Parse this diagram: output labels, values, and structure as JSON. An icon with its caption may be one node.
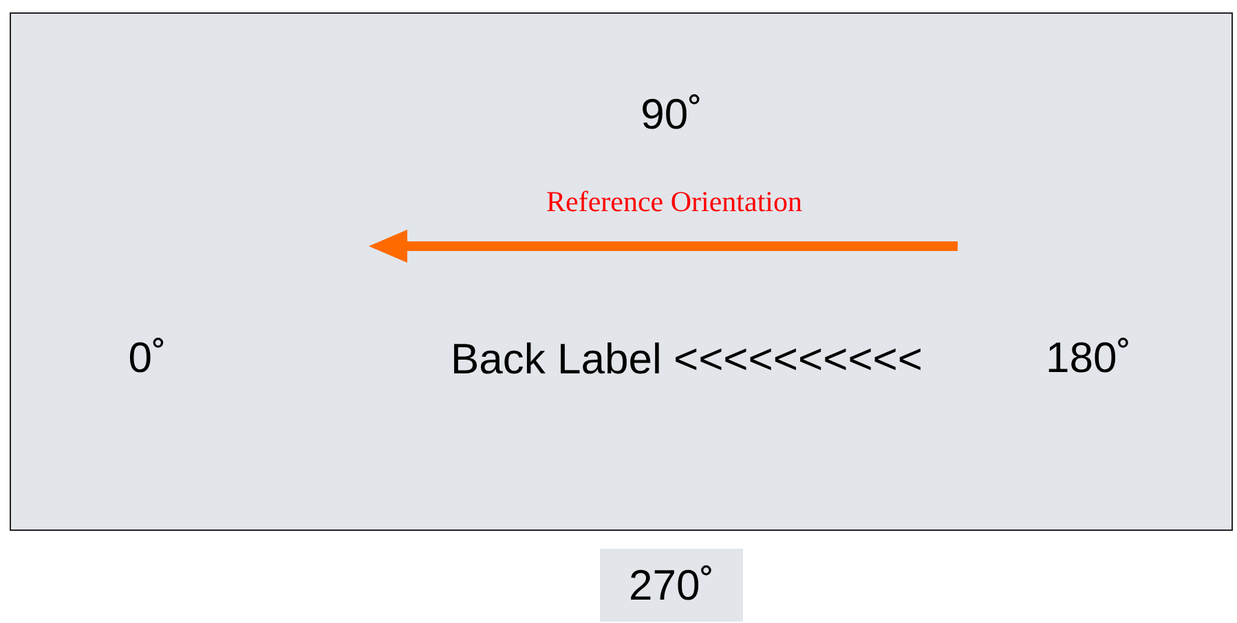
{
  "diagram": {
    "nodes": [
      {
        "text": [
          "90˚",
          "Reference Orientation",
          "0˚",
          "Back Label <<<<<<<<<<",
          "180˚"
        ]
      },
      {
        "text": [
          "270˚"
        ]
      }
    ]
  }
}
